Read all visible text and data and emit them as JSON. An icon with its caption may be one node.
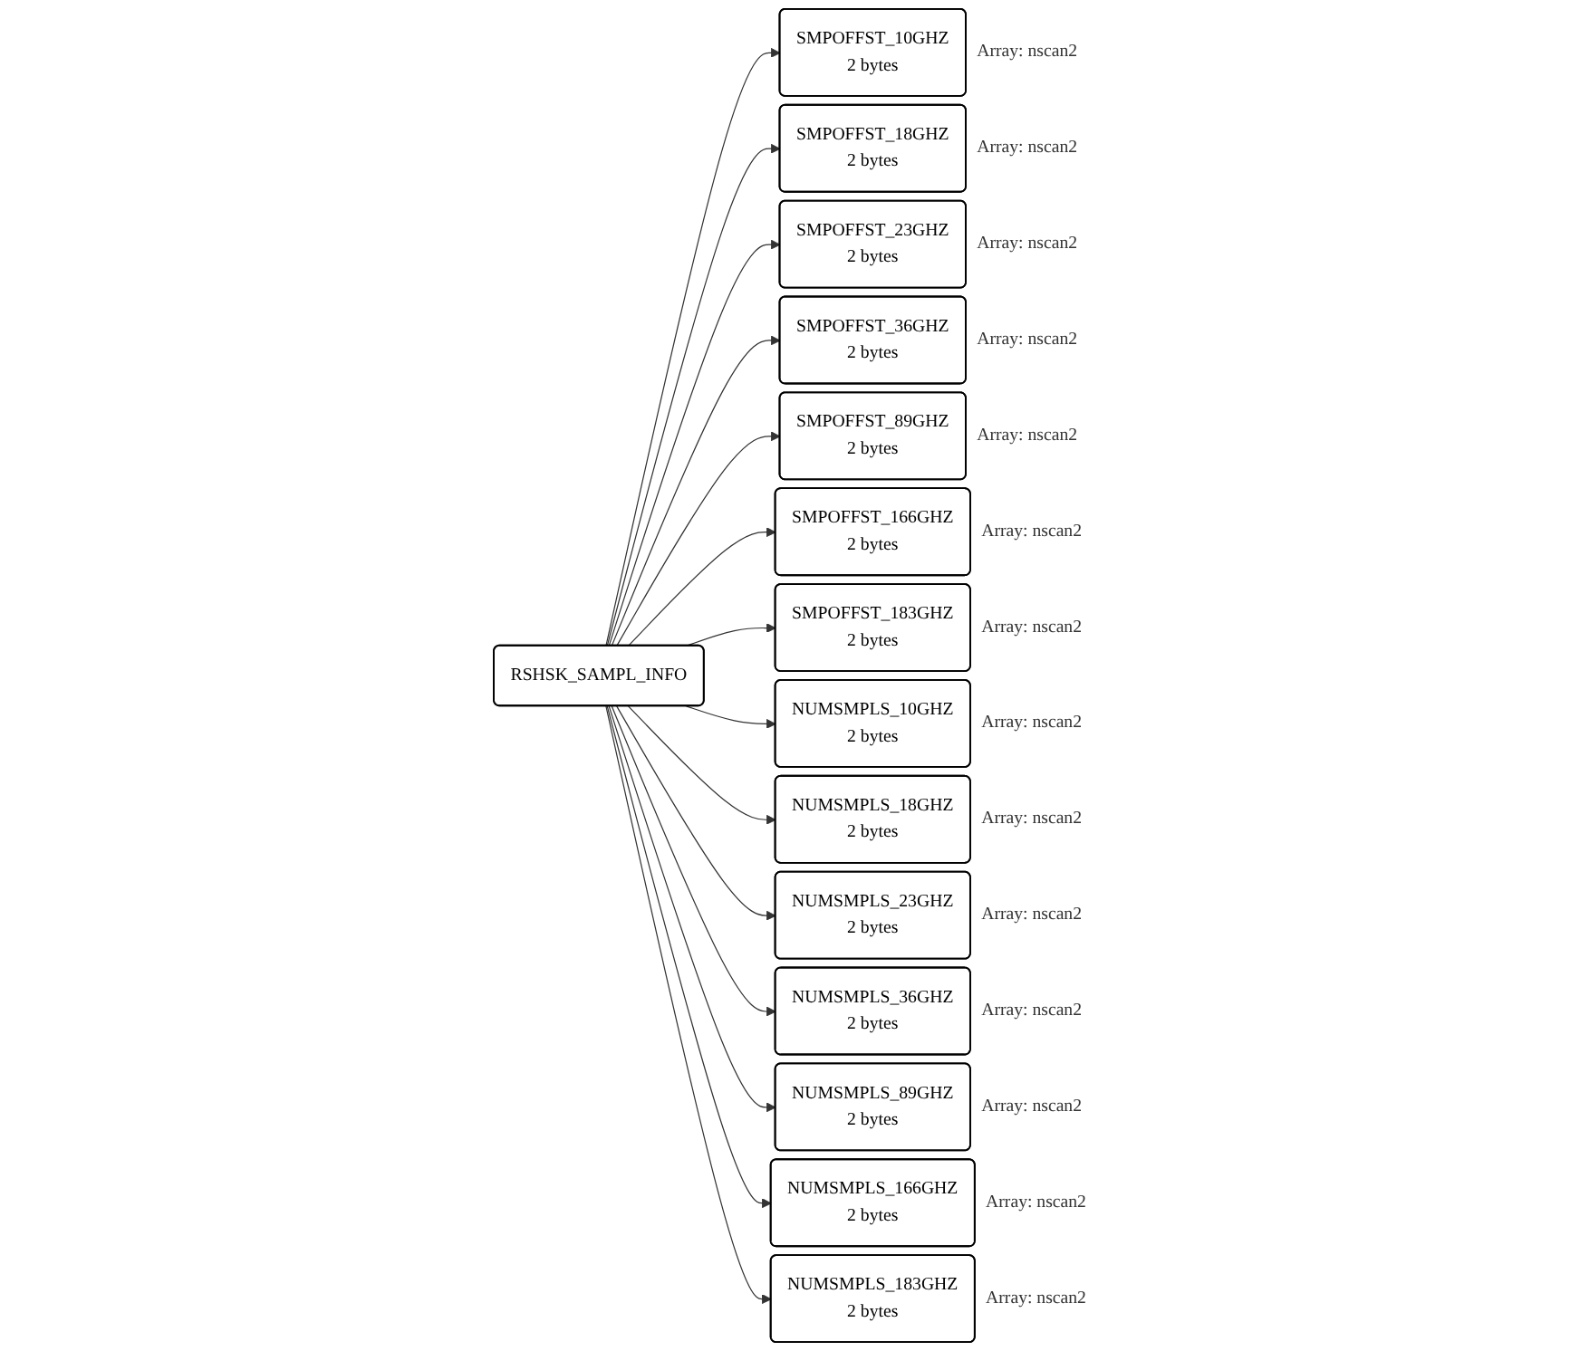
{
  "diagram": {
    "nodes": [
      {
        "text": [
          "RSHSK_SAMPL_INFO"
        ]
      },
      {
        "text": [
          "SMPOFFST_10GHZ",
          "2 bytes"
        ],
        "beside": [
          "Array: nscan2"
        ]
      },
      {
        "text": [
          "SMPOFFST_18GHZ",
          "2 bytes"
        ],
        "beside": [
          "Array: nscan2"
        ]
      },
      {
        "text": [
          "SMPOFFST_23GHZ",
          "2 bytes"
        ],
        "beside": [
          "Array: nscan2"
        ]
      },
      {
        "text": [
          "SMPOFFST_36GHZ",
          "2 bytes"
        ],
        "beside": [
          "Array: nscan2"
        ]
      },
      {
        "text": [
          "SMPOFFST_89GHZ",
          "2 bytes"
        ],
        "beside": [
          "Array: nscan2"
        ]
      },
      {
        "text": [
          "SMPOFFST_166GHZ",
          "2 bytes"
        ],
        "beside": [
          "Array: nscan2"
        ]
      },
      {
        "text": [
          "SMPOFFST_183GHZ",
          "2 bytes"
        ],
        "beside": [
          "Array: nscan2"
        ]
      },
      {
        "text": [
          "NUMSMPLS_10GHZ",
          "2 bytes"
        ],
        "beside": [
          "Array: nscan2"
        ]
      },
      {
        "text": [
          "NUMSMPLS_18GHZ",
          "2 bytes"
        ],
        "beside": [
          "Array: nscan2"
        ]
      },
      {
        "text": [
          "NUMSMPLS_23GHZ",
          "2 bytes"
        ],
        "beside": [
          "Array: nscan2"
        ]
      },
      {
        "text": [
          "NUMSMPLS_36GHZ",
          "2 bytes"
        ],
        "beside": [
          "Array: nscan2"
        ]
      },
      {
        "text": [
          "NUMSMPLS_89GHZ",
          "2 bytes"
        ],
        "beside": [
          "Array: nscan2"
        ]
      },
      {
        "text": [
          "NUMSMPLS_166GHZ",
          "2 bytes"
        ],
        "beside": [
          "Array: nscan2"
        ]
      },
      {
        "text": [
          "NUMSMPLS_183GHZ",
          "2 bytes"
        ],
        "beside": [
          "Array: nscan2"
        ]
      }
    ],
    "edges": [
      {
        "from": 0,
        "to": 1,
        "arrow": "to"
      },
      {
        "from": 0,
        "to": 2,
        "arrow": "to"
      },
      {
        "from": 0,
        "to": 3,
        "arrow": "to"
      },
      {
        "from": 0,
        "to": 4,
        "arrow": "to"
      },
      {
        "from": 0,
        "to": 5,
        "arrow": "to"
      },
      {
        "from": 0,
        "to": 6,
        "arrow": "to"
      },
      {
        "from": 0,
        "to": 7,
        "arrow": "to"
      },
      {
        "from": 0,
        "to": 8,
        "arrow": "to"
      },
      {
        "from": 0,
        "to": 9,
        "arrow": "to"
      },
      {
        "from": 0,
        "to": 10,
        "arrow": "to"
      },
      {
        "from": 0,
        "to": 11,
        "arrow": "to"
      },
      {
        "from": 0,
        "to": 12,
        "arrow": "to"
      },
      {
        "from": 0,
        "to": 13,
        "arrow": "to"
      },
      {
        "from": 0,
        "to": 14,
        "arrow": "to"
      }
    ]
  }
}
